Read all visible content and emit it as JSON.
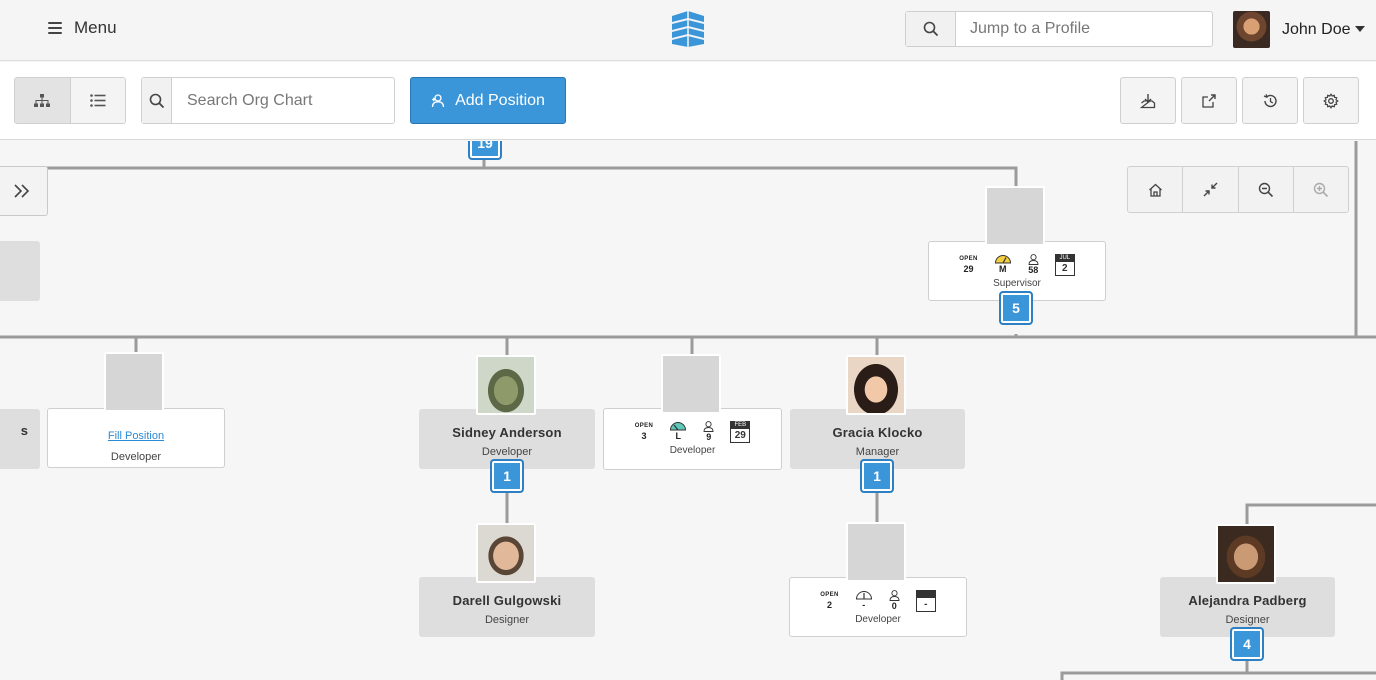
{
  "header": {
    "menu_label": "Menu",
    "jump_placeholder": "Jump to a Profile",
    "user_name": "John Doe"
  },
  "toolbar": {
    "search_placeholder": "Search Org Chart",
    "add_position_label": "Add Position"
  },
  "chart": {
    "root_count": "19",
    "partial_card_text": "s",
    "supervisor": {
      "open_label": "OPEN",
      "open": "29",
      "level": "M",
      "people": "58",
      "cal_month": "JUL",
      "cal_day": "2",
      "role": "Supervisor",
      "count": "5"
    },
    "vacant_left": {
      "link": "Fill Position",
      "role": "Developer"
    },
    "sidney": {
      "name": "Sidney Anderson",
      "role": "Developer",
      "count": "1"
    },
    "dev_vacant": {
      "open_label": "OPEN",
      "open": "3",
      "level": "L",
      "people": "9",
      "cal_month": "FEB",
      "cal_day": "29",
      "role": "Developer"
    },
    "gracia": {
      "name": "Gracia Klocko",
      "role": "Manager",
      "count": "1"
    },
    "darell": {
      "name": "Darell Gulgowski",
      "role": "Designer"
    },
    "dev_vacant2": {
      "open_label": "OPEN",
      "open": "2",
      "level": "-",
      "people": "0",
      "cal_month": "",
      "cal_day": "-",
      "role": "Developer"
    },
    "alejandra": {
      "name": "Alejandra Padberg",
      "role": "Designer",
      "count": "4"
    }
  },
  "colors": {
    "accent": "#3a95d9",
    "line": "#9b9b9b",
    "card": "#dedede"
  }
}
